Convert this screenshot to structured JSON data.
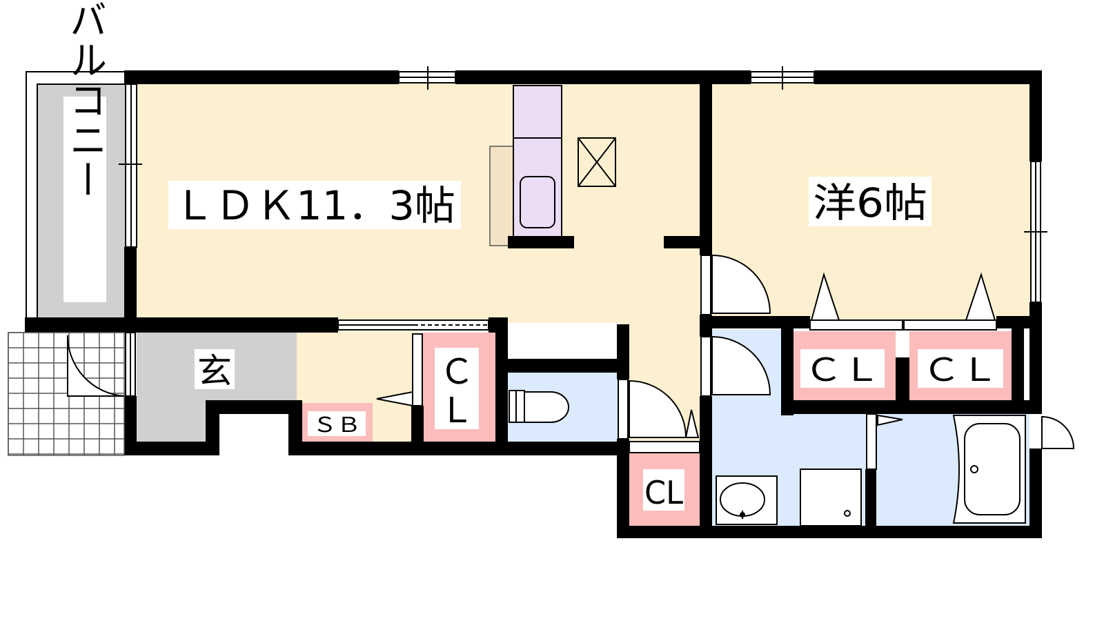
{
  "rooms": {
    "ldk": "ＬＤＫ11．3帖",
    "western": "洋6帖",
    "balcony": "バルコニー",
    "entrance": "玄",
    "shoe_box": "ＳＢ",
    "closet_c": "Ｃ",
    "closet_l": "Ｌ",
    "closet_small": "CL",
    "closet_western_1": "ＣＬ",
    "closet_western_2": "ＣＬ"
  },
  "colors": {
    "living": "#fdf0d0",
    "balcony": "#d0d0d0",
    "entrance": "#d0d0d0",
    "closet": "#fcbcbc",
    "wet_area": "#dbeafc",
    "kitchen": "#ecdcf4",
    "counter": "#f4e2c4",
    "wall": "#000000"
  }
}
